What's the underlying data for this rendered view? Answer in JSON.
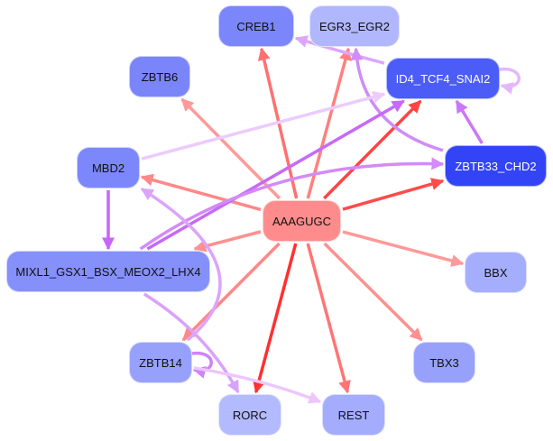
{
  "graph": {
    "nodes": [
      {
        "id": "CREB1",
        "label": "CREB1",
        "color": "#7b86fa",
        "text_color": "#111111"
      },
      {
        "id": "EGR3_EGR2",
        "label": "EGR3_EGR2",
        "color": "#b1b7fd",
        "text_color": "#111111"
      },
      {
        "id": "ZBTB6",
        "label": "ZBTB6",
        "color": "#7a85fa",
        "text_color": "#111111"
      },
      {
        "id": "ID4_TCF4_SNAI2",
        "label": "ID4_TCF4_SNAI2",
        "color": "#4b5cf7",
        "text_color": "#ffffff"
      },
      {
        "id": "MBD2",
        "label": "MBD2",
        "color": "#7c87fb",
        "text_color": "#111111"
      },
      {
        "id": "ZBTB33_CHD2",
        "label": "ZBTB33_CHD2",
        "color": "#3344f6",
        "text_color": "#ffffff"
      },
      {
        "id": "AAAGUGC",
        "label": "AAAGUGC",
        "color": "#ff8c8c",
        "text_color": "#111111"
      },
      {
        "id": "MIXL1_GSX1_BSX_MEOX2_LHX4",
        "label": "MIXL1_GSX1_BSX_MEOX2_LHX4",
        "color": "#8590fb",
        "text_color": "#111111"
      },
      {
        "id": "BBX",
        "label": "BBX",
        "color": "#a5aefd",
        "text_color": "#111111"
      },
      {
        "id": "ZBTB14",
        "label": "ZBTB14",
        "color": "#97a1fc",
        "text_color": "#111111"
      },
      {
        "id": "TBX3",
        "label": "TBX3",
        "color": "#97a1fc",
        "text_color": "#111111"
      },
      {
        "id": "RORC",
        "label": "RORC",
        "color": "#b3bafd",
        "text_color": "#111111"
      },
      {
        "id": "REST",
        "label": "REST",
        "color": "#a3acfd",
        "text_color": "#111111"
      }
    ],
    "edges": [
      {
        "from": "AAAGUGC",
        "to": "CREB1",
        "color": "#ff7070"
      },
      {
        "from": "AAAGUGC",
        "to": "EGR3_EGR2",
        "color": "#ff8080"
      },
      {
        "from": "AAAGUGC",
        "to": "ZBTB6",
        "color": "#ff9999"
      },
      {
        "from": "AAAGUGC",
        "to": "ID4_TCF4_SNAI2",
        "color": "#ff4444"
      },
      {
        "from": "AAAGUGC",
        "to": "MBD2",
        "color": "#ff8888"
      },
      {
        "from": "AAAGUGC",
        "to": "ZBTB33_CHD2",
        "color": "#ff4b4b"
      },
      {
        "from": "AAAGUGC",
        "to": "MIXL1_GSX1_BSX_MEOX2_LHX4",
        "color": "#ff9090"
      },
      {
        "from": "AAAGUGC",
        "to": "BBX",
        "color": "#ff9999"
      },
      {
        "from": "AAAGUGC",
        "to": "ZBTB14",
        "color": "#ff8888"
      },
      {
        "from": "AAAGUGC",
        "to": "TBX3",
        "color": "#ff9090"
      },
      {
        "from": "AAAGUGC",
        "to": "RORC",
        "color": "#ff3030"
      },
      {
        "from": "AAAGUGC",
        "to": "REST",
        "color": "#ff7575"
      },
      {
        "from": "ID4_TCF4_SNAI2",
        "to": "CREB1",
        "color": "#dda6fb"
      },
      {
        "from": "ID4_TCF4_SNAI2",
        "to": "ID4_TCF4_SNAI2",
        "color": "#e4b8fc"
      },
      {
        "from": "ZBTB33_CHD2",
        "to": "ID4_TCF4_SNAI2",
        "color": "#cc77f8"
      },
      {
        "from": "ZBTB33_CHD2",
        "to": "EGR3_EGR2",
        "color": "#d08cf9"
      },
      {
        "from": "MBD2",
        "to": "ID4_TCF4_SNAI2",
        "color": "#eccbfd"
      },
      {
        "from": "MBD2",
        "to": "MIXL1_GSX1_BSX_MEOX2_LHX4",
        "color": "#c865f8"
      },
      {
        "from": "MIXL1_GSX1_BSX_MEOX2_LHX4",
        "to": "ID4_TCF4_SNAI2",
        "color": "#c66af7"
      },
      {
        "from": "MIXL1_GSX1_BSX_MEOX2_LHX4",
        "to": "ZBTB33_CHD2",
        "color": "#d48af9"
      },
      {
        "from": "MIXL1_GSX1_BSX_MEOX2_LHX4",
        "to": "RORC",
        "color": "#d9a2fa"
      },
      {
        "from": "ZBTB14",
        "to": "MBD2",
        "color": "#dca4fb"
      },
      {
        "from": "ZBTB14",
        "to": "ZBTB14",
        "color": "#cf82f8"
      },
      {
        "from": "ZBTB14",
        "to": "REST",
        "color": "#ecc6fd"
      }
    ]
  }
}
